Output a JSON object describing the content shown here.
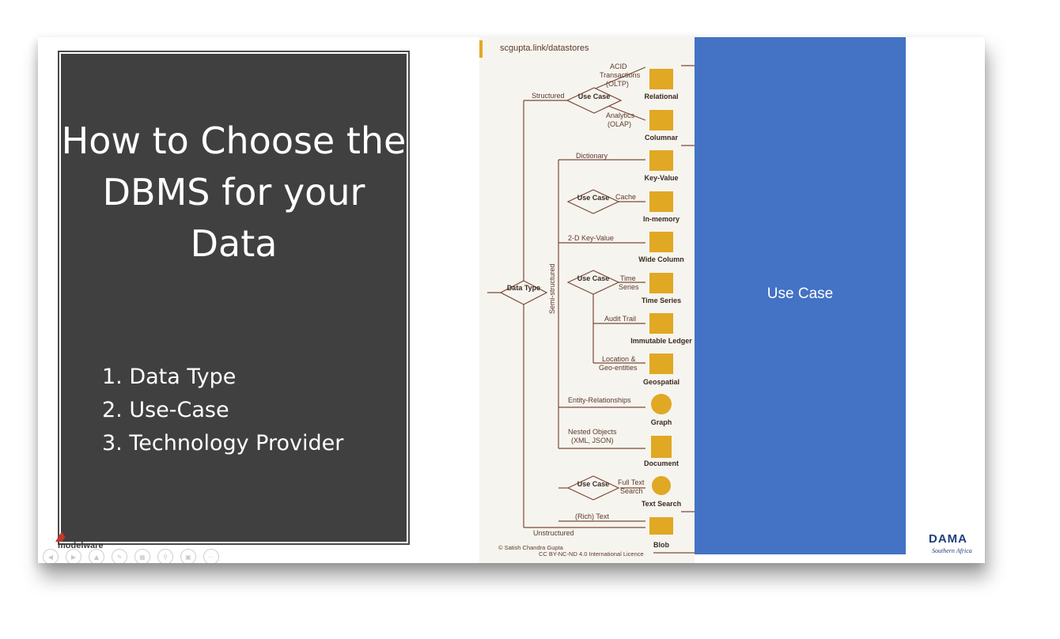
{
  "slide": {
    "title": "How to Choose the DBMS for your Data",
    "steps": [
      "1. Data Type",
      "2. Use-Case",
      "3. Technology Provider"
    ],
    "overlay_label": "Use Case"
  },
  "diagram": {
    "url": "scgupta.link/datastores",
    "root": "Data Type",
    "branches": [
      "Structured",
      "Semi-structured",
      "Unstructured"
    ],
    "use_case": "Use Case",
    "edges": {
      "acid": [
        "ACID",
        "Transactions",
        "(OLTP)"
      ],
      "analytics": [
        "Analytics",
        "(OLAP)"
      ],
      "dictionary": "Dictionary",
      "cache": "Cache",
      "kv2d": "2-D Key-Value",
      "time": [
        "Time",
        "Series"
      ],
      "audit": "Audit Trail",
      "location": [
        "Location &",
        "Geo-entities"
      ],
      "entity": "Entity-Relationships",
      "nested": [
        "Nested Objects",
        "(XML, JSON)"
      ],
      "fulltext": [
        "Full Text",
        "Search"
      ],
      "rich": "(Rich) Text"
    },
    "stores": [
      "Relational",
      "Columnar",
      "Key-Value",
      "In-memory",
      "Wide Column",
      "Time Series",
      "Immutable Ledger",
      "Geospatial",
      "Graph",
      "Document",
      "Text Search",
      "Blob"
    ],
    "credit": "© Satish Chandra Gupta",
    "license": "CC BY-NC-ND 4.0 International Licence"
  },
  "logos": {
    "modelware": "modelware",
    "dama": "DAMA",
    "dama_sub": "Southern Africa"
  },
  "colors": {
    "title_box": "#404040",
    "overlay": "#4472c4",
    "icon_gold": "#e0a823",
    "line": "#7a4a3a"
  }
}
